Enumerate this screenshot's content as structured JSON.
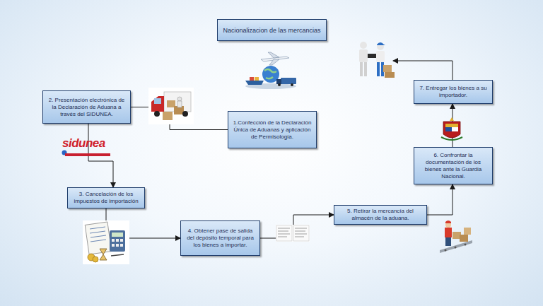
{
  "diagram": {
    "nodes": [
      {
        "text": [
          "Nacionalizacion de las mercancias"
        ]
      },
      {
        "text": [
          "1.Confección de la Declaración Única de Aduanas y aplicación de Permisología."
        ]
      },
      {
        "text": [
          "2. Presentación electrónica de la Declaración de Aduana a través del SIDUNEA."
        ]
      },
      {
        "text": [
          "3. Cancelación de los impuestos de importación"
        ]
      },
      {
        "text": [
          "4. Obtener pase de salida del depósito temporal para los bienes a importar."
        ]
      },
      {
        "text": [
          "5. Retirar la mercancía del almacén de la aduana."
        ]
      },
      {
        "text": [
          "6. Confrontar la documentación de los bienes ante la Guardia Nacional."
        ]
      },
      {
        "text": [
          "7. Entregar los bienes a su importador."
        ]
      }
    ],
    "edges": [
      {
        "from": 1,
        "to": 2,
        "arrow": "none"
      },
      {
        "from": 2,
        "to": 3,
        "arrow": "to"
      },
      {
        "from": 3,
        "to": 4,
        "arrow": "to"
      },
      {
        "from": 4,
        "to": 5,
        "arrow": "to"
      },
      {
        "from": 5,
        "to": 6,
        "arrow": "to"
      },
      {
        "from": 6,
        "to": 7,
        "arrow": "to"
      }
    ],
    "labels": [
      "sidunea"
    ]
  }
}
